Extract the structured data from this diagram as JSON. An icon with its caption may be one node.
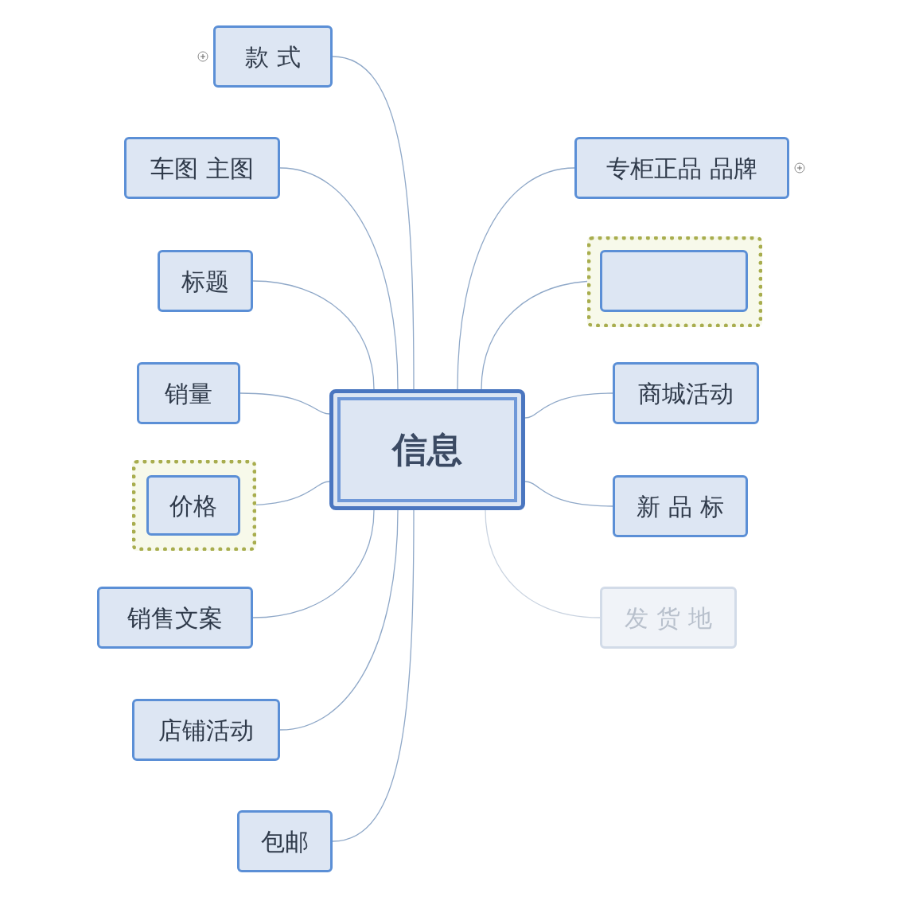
{
  "diagram": {
    "nodes": [
      {
        "text": [
          "信息"
        ]
      },
      {
        "text": [
          "款 式"
        ]
      },
      {
        "text": [
          "车图 主图"
        ]
      },
      {
        "text": [
          "标题"
        ]
      },
      {
        "text": [
          "销量"
        ]
      },
      {
        "text": [
          "价格"
        ]
      },
      {
        "text": [
          "销售文案"
        ]
      },
      {
        "text": [
          "店铺活动"
        ]
      },
      {
        "text": [
          "包邮"
        ]
      },
      {
        "text": [
          "专柜正品 品牌"
        ]
      },
      {
        "text": [],
        "shape": "box"
      },
      {
        "text": [
          "商城活动"
        ]
      },
      {
        "text": [
          "新 品 标"
        ]
      },
      {
        "text": [
          "发 货 地"
        ]
      }
    ],
    "edges": [
      {
        "from": 0,
        "to": 1,
        "arrow": "none"
      },
      {
        "from": 0,
        "to": 2,
        "arrow": "none"
      },
      {
        "from": 0,
        "to": 3,
        "arrow": "none"
      },
      {
        "from": 0,
        "to": 4,
        "arrow": "none"
      },
      {
        "from": 0,
        "to": 5,
        "arrow": "none"
      },
      {
        "from": 0,
        "to": 6,
        "arrow": "none"
      },
      {
        "from": 0,
        "to": 7,
        "arrow": "none"
      },
      {
        "from": 0,
        "to": 8,
        "arrow": "none"
      },
      {
        "from": 0,
        "to": 9,
        "arrow": "none"
      },
      {
        "from": 0,
        "to": 10,
        "arrow": "none"
      },
      {
        "from": 0,
        "to": 11,
        "arrow": "none"
      },
      {
        "from": 0,
        "to": 12,
        "arrow": "none"
      },
      {
        "from": 0,
        "to": 13,
        "arrow": "none"
      }
    ]
  }
}
